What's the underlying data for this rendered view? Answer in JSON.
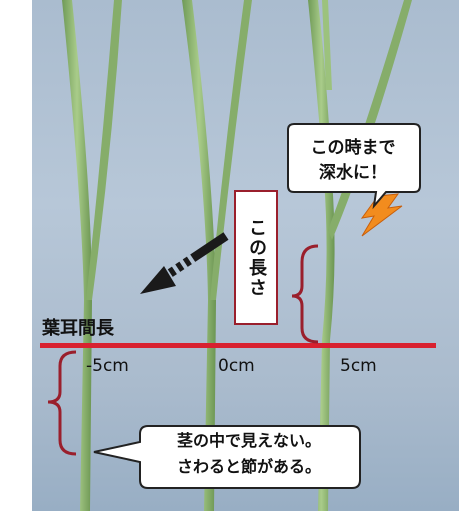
{
  "labels": {
    "deep_water_callout": [
      "この時まで",
      "深水に！"
    ],
    "this_length": "この長さ",
    "ear_interval": "葉耳間長",
    "ticks": [
      "-5cm",
      "0cm",
      "5cm"
    ],
    "hidden_node_callout": [
      "茎の中で見えない。",
      "さわると節がある。"
    ]
  },
  "colors": {
    "red_line": "#d8212f",
    "brace": "#9a1f2c",
    "lightning": "#f28c1e",
    "arrow": "#1a1a1a",
    "background": "#b3c4d6",
    "stem": "#7fa764"
  }
}
